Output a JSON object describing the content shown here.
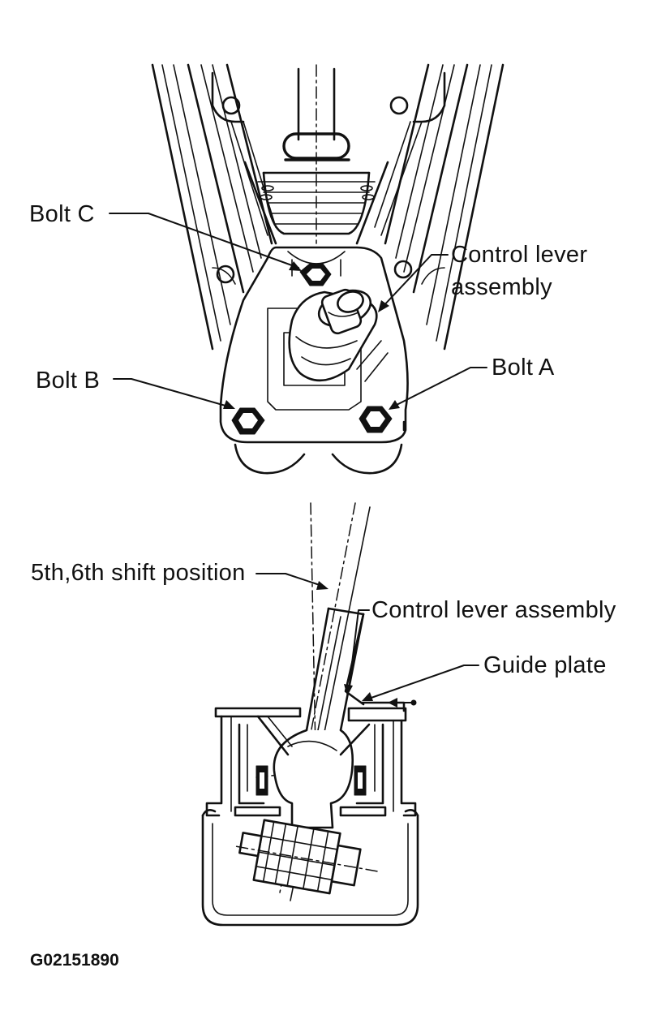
{
  "labels": {
    "bolt_c": "Bolt C",
    "bolt_b": "Bolt B",
    "bolt_a": "Bolt A",
    "control_lever_top_line1": "Control lever",
    "control_lever_top_line2": "assembly",
    "shift_position": "5th,6th shift position",
    "control_lever_bottom": "Control lever assembly",
    "guide_plate": "Guide plate"
  },
  "figure_code": "G02151890"
}
